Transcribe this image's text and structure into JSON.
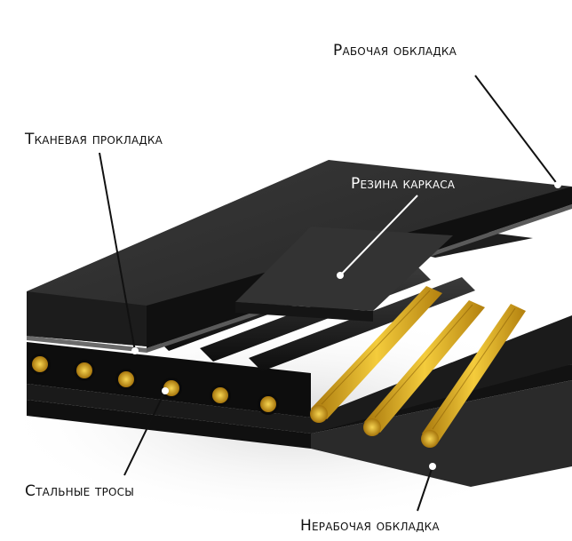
{
  "labels": {
    "working_cover": "Рабочая обкладка",
    "fabric_ply": "Тканевая прокладка",
    "carcass_rubber": "Резина каркаса",
    "steel_cords": "Стальные тросы",
    "non_working_cover": "Нерабочая обкладка"
  },
  "colors": {
    "rubber_top": "#2b2b2b",
    "rubber_side": "#141414",
    "cord_gold": "#e2b21f",
    "cord_shadow": "#9a6b08",
    "leader_line": "#111111",
    "leader_line_light": "#ffffff",
    "background": "#ffffff"
  },
  "icons": {
    "marker": "dot-marker"
  }
}
